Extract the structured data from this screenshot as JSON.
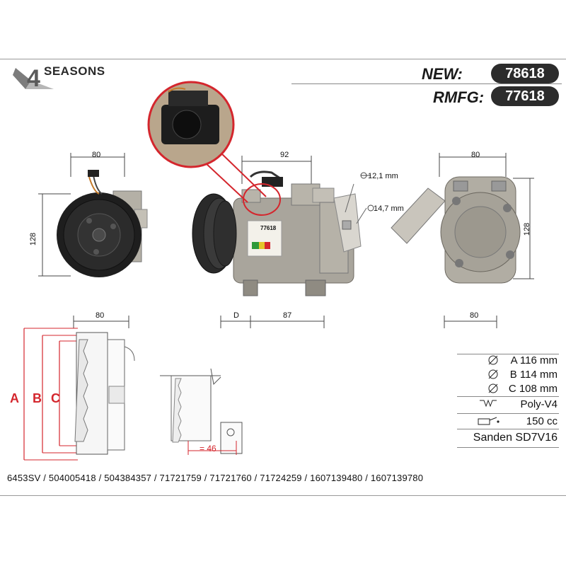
{
  "brand": {
    "name": "SEASONS",
    "logo_digit": "4"
  },
  "header": {
    "new_label": "NEW:",
    "new_value": "78618",
    "rmfg_label": "RMFG:",
    "rmfg_value": "77618"
  },
  "dimensions": {
    "front_width": "80",
    "front_height": "128",
    "side_width": "92",
    "rear_width": "80",
    "rear_height": "128",
    "pulley_width": "80",
    "d_label": "D",
    "d_value": "87",
    "bottom_right_width": "80",
    "belt_offset": "= 46",
    "port_1": "12,1 mm",
    "port_2": "14,7 mm"
  },
  "pulley_labels": {
    "a": "A",
    "b": "B",
    "c": "C"
  },
  "specs": {
    "a": "A 116 mm",
    "b": "B 114 mm",
    "c": "C 108 mm",
    "belt": "Poly-V4",
    "oil": "150 cc",
    "model": "Sanden SD7V16"
  },
  "label_sticker": {
    "number": "77618"
  },
  "cross_references": "6453SV / 504005418 / 504384357 / 71721759 / 71721760 / 71724259 / 1607139480 / 1607139780",
  "colors": {
    "accent_red": "#d4262d",
    "pill_bg": "#2c2c2c",
    "metal": "#a9a59c"
  }
}
